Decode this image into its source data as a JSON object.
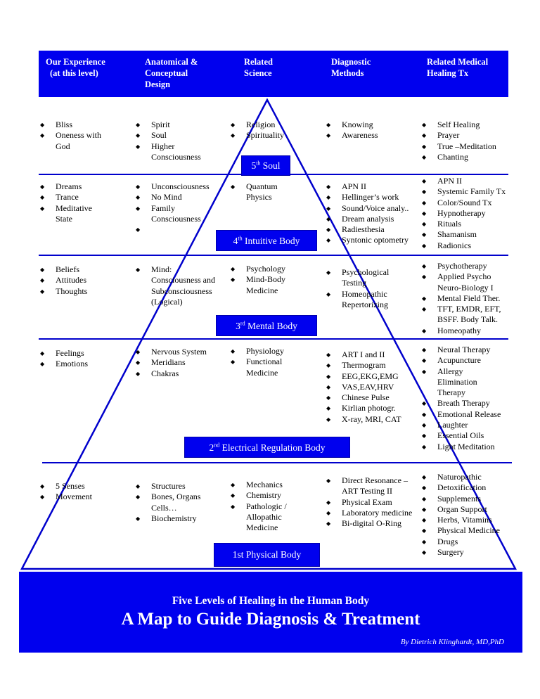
{
  "headers": [
    {
      "lines": [
        "Our Experience",
        "(at this level)"
      ]
    },
    {
      "lines": [
        "Anatomical &",
        "Conceptual",
        "Design"
      ]
    },
    {
      "lines": [
        "Related",
        "Science"
      ]
    },
    {
      "lines": [
        "Diagnostic",
        "Methods"
      ]
    },
    {
      "lines": [
        "Related Medical",
        "Healing Tx"
      ]
    }
  ],
  "levels": [
    {
      "label": {
        "num": "5",
        "sup": "th",
        "name": "Soul"
      },
      "cols": [
        [
          "Bliss",
          "Oneness with God"
        ],
        [
          "Spirit",
          "Soul",
          "Higher Consciousness"
        ],
        [
          "Religion",
          "Spirituality"
        ],
        [
          "Knowing",
          "Awareness"
        ],
        [
          "Self Healing",
          "Prayer",
          "True –Meditation",
          "Chanting"
        ]
      ]
    },
    {
      "label": {
        "num": "4",
        "sup": "th",
        "name": "Intuitive Body"
      },
      "cols": [
        [
          "Dreams",
          "Trance",
          "Meditative State"
        ],
        [
          "Unconsciousness",
          "No Mind",
          "Family Consciousness"
        ],
        [
          "Quantum Physics"
        ],
        [
          "APN II",
          "Hellinger’s work",
          "Sound/Voice analy..",
          "Dream analysis",
          "Radiesthesia",
          "Syntonic optometry"
        ],
        [
          "APN II",
          "Systemic Family Tx",
          "Color/Sound Tx",
          "Hypnotherapy",
          "Rituals",
          "Shamanism",
          "Radionics"
        ]
      ]
    },
    {
      "label": {
        "num": "3",
        "sup": "rd",
        "name": "Mental Body"
      },
      "cols": [
        [
          "Beliefs",
          "Attitudes",
          "Thoughts"
        ],
        [
          "Mind: Consciousness and Subconsciousness (Logical)"
        ],
        [
          "Psychology",
          "Mind-Body Medicine"
        ],
        [
          "Psychological Testing",
          "Homeopathic Repertorizing"
        ],
        [
          "Psychotherapy",
          "Applied Psycho Neuro-Biology I",
          "Mental Field Ther.",
          "TFT, EMDR, EFT, BSFF. Body Talk.",
          "Homeopathy"
        ]
      ]
    },
    {
      "label": {
        "num": "2",
        "sup": "nd",
        "name": "Electrical Regulation Body"
      },
      "cols": [
        [
          "Feelings",
          "Emotions"
        ],
        [
          "Nervous System",
          "Meridians",
          "Chakras"
        ],
        [
          "Physiology",
          "Functional Medicine"
        ],
        [
          "ART I and II",
          "Thermogram",
          "EEG,EKG,EMG",
          "VAS,EAV,HRV",
          "Chinese Pulse",
          "Kirlian photogr.",
          "X-ray, MRI, CAT"
        ],
        [
          "Neural Therapy",
          "Acupuncture",
          "Allergy Elimination Therapy",
          "Breath Therapy",
          "Emotional Release",
          "Laughter",
          "Essential Oils",
          "Light Meditation"
        ]
      ]
    },
    {
      "label": {
        "num": "1st",
        "sup": "",
        "name": "Physical Body"
      },
      "cols": [
        [
          "5 Senses",
          "Movement"
        ],
        [
          "Structures",
          "Bones, Organs Cells…",
          "Biochemistry"
        ],
        [
          "Mechanics",
          "Chemistry",
          "Pathologic / Allopathic Medicine"
        ],
        [
          "Direct Resonance – ART Testing II",
          "Physical Exam",
          "Laboratory medicine",
          "Bi-digital O-Ring"
        ],
        [
          "Naturopathic",
          "Detoxification",
          "Supplements",
          "Organ Support",
          "Herbs, Vitamins",
          "Physical Medicine",
          "Drugs",
          "Surgery"
        ]
      ]
    }
  ],
  "footer": {
    "subtitle": "Five Levels of Healing in the Human Body",
    "title": "A Map to Guide Diagnosis & Treatment",
    "author": "By Dietrich Klinghardt, MD,PhD"
  },
  "colors": {
    "primary": "#0000ee",
    "line": "#0000cc"
  }
}
